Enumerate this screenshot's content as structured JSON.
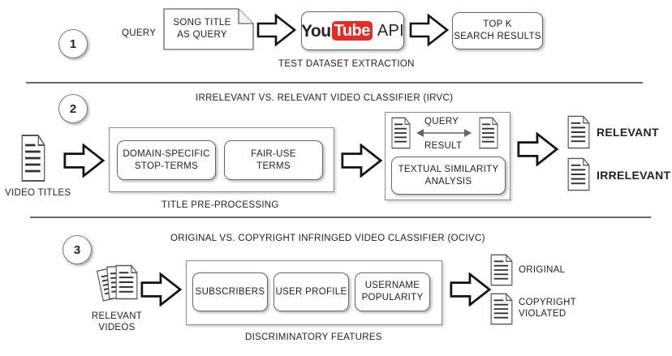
{
  "step1": {
    "number": "1",
    "query_label": "QUERY",
    "song_title_doc": [
      "SONG TITLE",
      "AS QUERY"
    ],
    "youtube_logo": {
      "you": "You",
      "tube": "Tube",
      "api": "API",
      "color": "#e52d27"
    },
    "top_k": [
      "TOP K",
      "SEARCH RESULTS"
    ],
    "caption": "TEST DATASET EXTRACTION"
  },
  "step2": {
    "number": "2",
    "title": "IRRELEVANT VS. RELEVANT VIDEO CLASSIFIER (IRVC)",
    "video_titles_label": "VIDEO TITLES",
    "domain_terms": [
      "DOMAIN-SPECIFIC",
      "STOP-TERMS"
    ],
    "fair_use_terms": [
      "FAIR-USE",
      "TERMS"
    ],
    "preprocessing_label": "TITLE PRE-PROCESSING",
    "query_label": "QUERY",
    "result_label": "RESULT",
    "similarity": [
      "TEXTUAL SIMILARITY",
      "ANALYSIS"
    ],
    "relevant_label": "RELEVANT",
    "irrelevant_label": "IRRELEVANT"
  },
  "step3": {
    "number": "3",
    "title": "ORIGINAL VS. COPYRIGHT INFRINGED VIDEO CLASSIFIER (OCIVC)",
    "relevant_videos": [
      "RELEVANT",
      "VIDEOS"
    ],
    "subscribers": "SUBSCRIBERS",
    "user_profile": "USER PROFILE",
    "username_popularity": [
      "USERNAME",
      "POPULARITY"
    ],
    "features_label": "DISCRIMINATORY FEATURES",
    "original_label": "ORIGINAL",
    "violated": [
      "COPYRIGHT",
      "VIOLATED"
    ]
  }
}
